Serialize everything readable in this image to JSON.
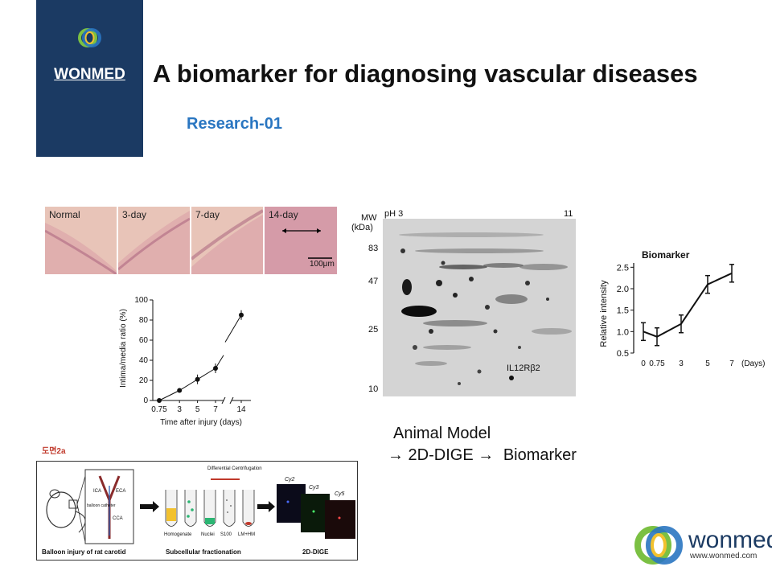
{
  "header": {
    "brand": "WONMED",
    "title": "A biomarker for diagnosing vascular diseases",
    "subtitle": "Research-01"
  },
  "histology": {
    "panels": [
      "Normal",
      "3-day",
      "7-day",
      "14-day"
    ],
    "scale_bar": "100μm"
  },
  "gel": {
    "mw_label": "MW",
    "kda_label": "(kDa)",
    "ph_start": "pH 3",
    "ph_end": "11",
    "mw_ticks": [
      "83",
      "47",
      "25",
      "10"
    ],
    "spot_label": "IL12Rβ2"
  },
  "chart_data": [
    {
      "type": "line",
      "xlabel": "Time after injury (days)",
      "ylabel": "Intima/media ratio (%)",
      "x_ticks": [
        "0.75",
        "3",
        "5",
        "7",
        "14"
      ],
      "y_ticks": [
        "0",
        "20",
        "40",
        "60",
        "80",
        "100"
      ],
      "ylim": [
        0,
        100
      ],
      "series": [
        {
          "x": [
            0.75,
            3,
            5,
            7,
            14
          ],
          "values": [
            0,
            10,
            21,
            32,
            85
          ]
        }
      ]
    },
    {
      "type": "line",
      "title": "Biomarker",
      "ylabel": "Relative intensity",
      "x_ticks": [
        "0",
        "0.75",
        "3",
        "5",
        "7"
      ],
      "x_unit": "(Days)",
      "y_ticks": [
        "0.5",
        "1.0",
        "1.5",
        "2.0",
        "2.5"
      ],
      "ylim": [
        0.5,
        2.6
      ],
      "series": [
        {
          "x": [
            0,
            0.75,
            3,
            5,
            7
          ],
          "values": [
            1.0,
            0.88,
            1.18,
            2.1,
            2.36
          ]
        }
      ]
    }
  ],
  "captions": {
    "line1": "Animal Model",
    "line2_arrow": "→ 2D-DIGE →",
    "line2_end": "Biomarker"
  },
  "bottom_figure": {
    "patent_tag": "도면2a",
    "steps": [
      "Balloon injury of rat carotid",
      "Subcellular fractionation",
      "2D-DIGE"
    ],
    "artery_labels": [
      "ICA",
      "ECA",
      "CCA",
      "balloon catheter"
    ],
    "centrifuge_label": "Differential Centrifugation",
    "tubes": [
      "Homogenate",
      "Nuclei",
      "S100",
      "LM+HM"
    ],
    "cy_labels": [
      "Cy2",
      "Cy3",
      "Cy5"
    ]
  },
  "footer": {
    "logo_word": "wonmed",
    "url": "www.wonmed.com"
  },
  "colors": {
    "panel": "#1b3a63",
    "subtitle": "#2a76c1",
    "ring_green": "#7bc043",
    "ring_blue": "#2a76c1",
    "ring_yellow": "#f2c12e"
  }
}
